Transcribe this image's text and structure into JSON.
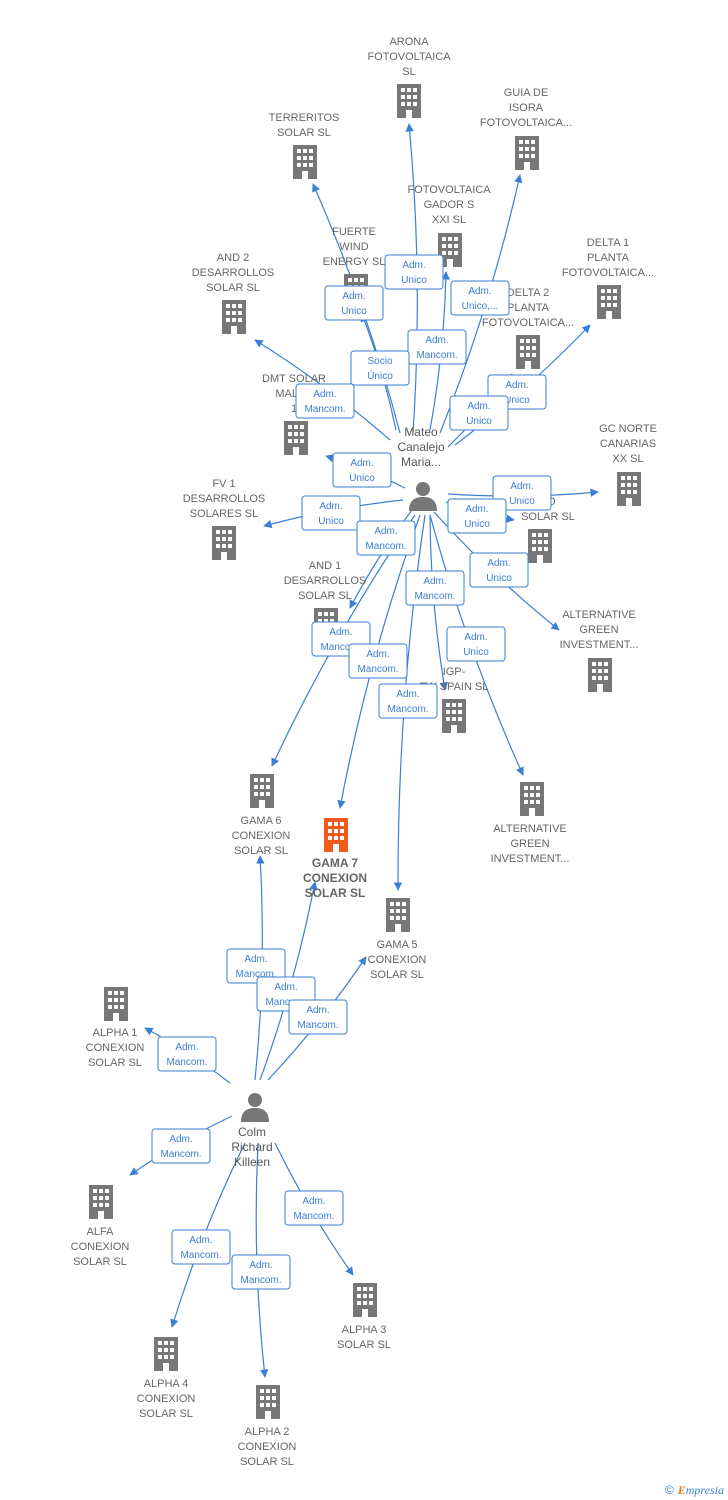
{
  "colors": {
    "edge": "#3a7fd5",
    "building": "#777777",
    "highlight": "#f05a1a",
    "person": "#777777"
  },
  "people": [
    {
      "id": "mateo",
      "lines": [
        "Mateo",
        "Canalejo",
        "Maria..."
      ]
    },
    {
      "id": "colm",
      "lines": [
        "Colm",
        "Richard",
        "Killeen"
      ]
    }
  ],
  "companies": [
    {
      "id": "arona",
      "lines": [
        "ARONA",
        "FOTOVOLTAICA",
        "SL"
      ]
    },
    {
      "id": "terreritos",
      "lines": [
        "TERRERITOS",
        "SOLAR  SL"
      ]
    },
    {
      "id": "guia",
      "lines": [
        "GUIA DE",
        "ISORA",
        "FOTOVOLTAICA..."
      ]
    },
    {
      "id": "gador",
      "lines": [
        "FOTOVOLTAICA",
        "GADOR S",
        "XXI  SL"
      ]
    },
    {
      "id": "fuerte",
      "lines": [
        "FUERTE",
        "WIND",
        "ENERGY  SL"
      ]
    },
    {
      "id": "delta1",
      "lines": [
        "DELTA 1",
        "PLANTA",
        "FOTOVOLTAICA..."
      ]
    },
    {
      "id": "and2",
      "lines": [
        "AND 2",
        "DESARROLLOS",
        "SOLAR  SL"
      ]
    },
    {
      "id": "delta2",
      "lines": [
        "DELTA 2",
        "PLANTA",
        "FOTOVOLTAICA..."
      ]
    },
    {
      "id": "dmt",
      "lines": [
        "DMT SOLAR",
        "MALLO",
        "1"
      ]
    },
    {
      "id": "gcnorte",
      "lines": [
        "GC NORTE",
        "CANARIAS",
        "XX  SL"
      ]
    },
    {
      "id": "fv1",
      "lines": [
        "FV 1",
        "DESARROLLOS",
        "SOLARES  SL"
      ]
    },
    {
      "id": "puerto",
      "lines": [
        "TO",
        "SOLAR  SL"
      ]
    },
    {
      "id": "and1",
      "lines": [
        "AND 1",
        "DESARROLLOS",
        "SOLAR  SL"
      ]
    },
    {
      "id": "altgreen1",
      "lines": [
        "ALTERNATIVE",
        "GREEN",
        "INVESTMENT..."
      ]
    },
    {
      "id": "igp",
      "lines": [
        "IGP-",
        "TW SPAIN  SL"
      ]
    },
    {
      "id": "gama6",
      "lines": [
        "GAMA 6",
        "CONEXION",
        "SOLAR  SL"
      ]
    },
    {
      "id": "gama7",
      "lines": [
        "GAMA 7",
        "CONEXION",
        "SOLAR  SL"
      ]
    },
    {
      "id": "altgreen2",
      "lines": [
        "ALTERNATIVE",
        "GREEN",
        "INVESTMENT..."
      ]
    },
    {
      "id": "gama5",
      "lines": [
        "GAMA 5",
        "CONEXION",
        "SOLAR  SL"
      ]
    },
    {
      "id": "alpha1",
      "lines": [
        "ALPHA 1",
        "CONEXION",
        "SOLAR  SL"
      ]
    },
    {
      "id": "alfa",
      "lines": [
        "ALFA",
        "CONEXION",
        "SOLAR  SL"
      ]
    },
    {
      "id": "alpha3",
      "lines": [
        "ALPHA 3",
        "SOLAR  SL"
      ]
    },
    {
      "id": "alpha4",
      "lines": [
        "ALPHA 4",
        "CONEXION",
        "SOLAR  SL"
      ]
    },
    {
      "id": "alpha2",
      "lines": [
        "ALPHA 2",
        "CONEXION",
        "SOLAR  SL"
      ]
    }
  ],
  "relations": [
    {
      "from": "mateo",
      "to": "arona",
      "label": [
        "Adm.",
        "Unico"
      ]
    },
    {
      "from": "mateo",
      "to": "terreritos",
      "label": [
        "Adm.",
        "Unico"
      ]
    },
    {
      "from": "mateo",
      "to": "guia",
      "label": [
        "Adm.",
        "Unico,..."
      ]
    },
    {
      "from": "mateo",
      "to": "gador",
      "label": [
        "Adm.",
        "Mancom."
      ]
    },
    {
      "from": "mateo",
      "to": "fuerte",
      "label": [
        "Socio",
        "Único"
      ]
    },
    {
      "from": "mateo",
      "to": "delta1",
      "label": [
        "Adm.",
        "Unico"
      ]
    },
    {
      "from": "mateo",
      "to": "and2",
      "label": [
        "Adm.",
        "Mancom."
      ]
    },
    {
      "from": "mateo",
      "to": "delta2",
      "label": [
        "Adm.",
        "Unico"
      ]
    },
    {
      "from": "mateo",
      "to": "dmt",
      "label": [
        "Adm.",
        "Unico"
      ]
    },
    {
      "from": "mateo",
      "to": "gcnorte",
      "label": [
        "Adm.",
        "Unico"
      ]
    },
    {
      "from": "mateo",
      "to": "fv1",
      "label": [
        "Adm.",
        "Unico"
      ]
    },
    {
      "from": "mateo",
      "to": "puerto",
      "label": [
        "Adm.",
        "Unico"
      ]
    },
    {
      "from": "mateo",
      "to": "and1",
      "label": [
        "Adm.",
        "Mancom."
      ]
    },
    {
      "from": "mateo",
      "to": "altgreen1",
      "label": [
        "Adm.",
        "Unico"
      ]
    },
    {
      "from": "mateo",
      "to": "igp",
      "label": [
        "Adm.",
        "Mancom."
      ]
    },
    {
      "from": "mateo",
      "to": "altgreen2",
      "label": [
        "Adm.",
        "Unico"
      ]
    },
    {
      "from": "mateo",
      "to": "gama6",
      "label": [
        "Adm.",
        "Mancom."
      ]
    },
    {
      "from": "mateo",
      "to": "gama7",
      "label": [
        "Adm.",
        "Mancom."
      ]
    },
    {
      "from": "mateo",
      "to": "gama5",
      "label": [
        "Adm.",
        "Mancom."
      ]
    },
    {
      "from": "colm",
      "to": "gama6",
      "label": [
        "Adm.",
        "Mancom."
      ]
    },
    {
      "from": "colm",
      "to": "gama7",
      "label": [
        "Adm.",
        "Mancom."
      ]
    },
    {
      "from": "colm",
      "to": "gama5",
      "label": [
        "Adm.",
        "Mancom."
      ]
    },
    {
      "from": "colm",
      "to": "alpha1",
      "label": [
        "Adm.",
        "Mancom."
      ]
    },
    {
      "from": "colm",
      "to": "alfa",
      "label": [
        "Adm.",
        "Mancom."
      ]
    },
    {
      "from": "colm",
      "to": "alpha3",
      "label": [
        "Adm.",
        "Mancom."
      ]
    },
    {
      "from": "colm",
      "to": "alpha4",
      "label": [
        "Adm.",
        "Mancom."
      ]
    },
    {
      "from": "colm",
      "to": "alpha2",
      "label": [
        "Adm.",
        "Mancom."
      ]
    }
  ],
  "highlighted": "gama7",
  "footer": {
    "copyright_symbol": "©",
    "brand_first": "E",
    "brand_rest": "mpresia"
  }
}
